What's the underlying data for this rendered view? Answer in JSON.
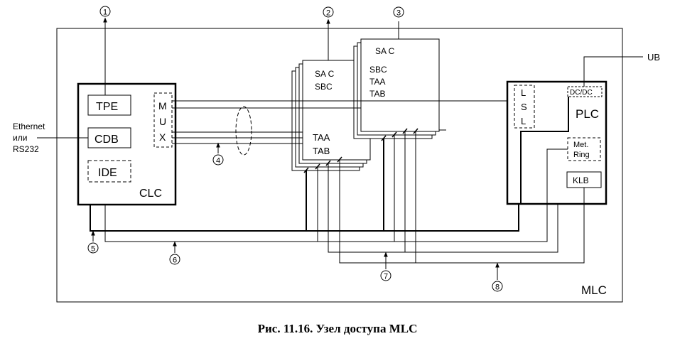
{
  "outer_label": "MLC",
  "left_input_lines": [
    "Ethernet",
    "или",
    "RS232"
  ],
  "clc": {
    "label": "CLC",
    "tpe": "TPE",
    "cdb": "CDB",
    "ide": "IDE",
    "mux_letters": [
      "M",
      "U",
      "X"
    ]
  },
  "cards_back": {
    "top_lines": [
      "SA C",
      "SBC"
    ],
    "bottom_lines": [
      "TAA",
      "TAB"
    ]
  },
  "cards_front": {
    "top": "SA C",
    "lines": [
      "SBC",
      "TAA",
      "TAB"
    ]
  },
  "plc": {
    "label": "PLC",
    "dcdc": "DC/DC",
    "lsl_letters": [
      "L",
      "S",
      "L"
    ],
    "met_ring_lines": [
      "Met.",
      "Ring"
    ],
    "klb": "KLB"
  },
  "ub_label": "UB",
  "markers": [
    "1",
    "2",
    "3",
    "4",
    "5",
    "6",
    "7",
    "8"
  ],
  "caption": "Рис. 11.16. Узел доступа MLC"
}
